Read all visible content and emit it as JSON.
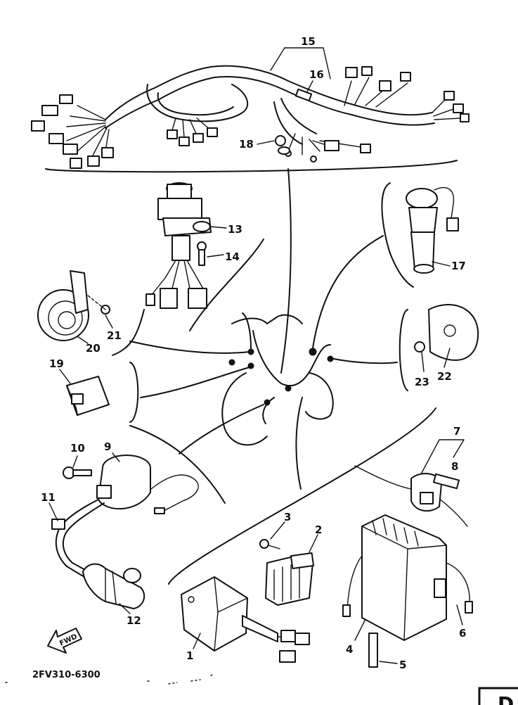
{
  "diagram_code": "2FV310-6300",
  "corner_letter": "D",
  "fwd_label": "FWD",
  "callouts": {
    "c1": "1",
    "c2": "2",
    "c3": "3",
    "c4": "4",
    "c5": "5",
    "c6": "6",
    "c7": "7",
    "c8": "8",
    "c9": "9",
    "c10": "10",
    "c11": "11",
    "c12": "12",
    "c13": "13",
    "c14": "14",
    "c15": "15",
    "c16": "16",
    "c17": "17",
    "c18": "18",
    "c19": "19",
    "c20": "20",
    "c21": "21",
    "c22": "22",
    "c23": "23"
  }
}
